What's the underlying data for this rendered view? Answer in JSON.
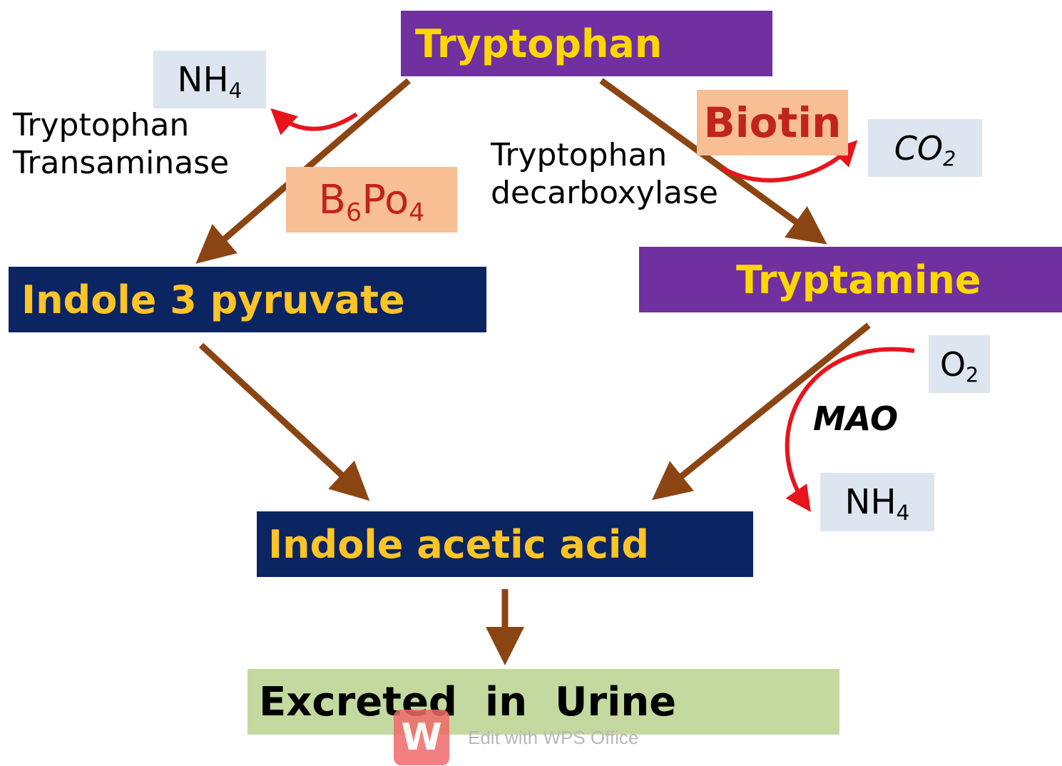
{
  "nodes": {
    "tryptophan": "Tryptophan",
    "indole_3_pyruvate": "Indole 3 pyruvate",
    "tryptamine": "Tryptamine",
    "indole_acetic_acid": "Indole acetic acid",
    "excreted": "Excreted  in  Urine"
  },
  "cofactors": {
    "b6po4": {
      "base": "B",
      "sub1": "6",
      "mid": "Po",
      "sub2": "4"
    },
    "biotin": "Biotin"
  },
  "byproducts": {
    "nh4_left": {
      "base": "NH",
      "sub": "4"
    },
    "co2": {
      "base": "CO",
      "sub": "2"
    },
    "o2": {
      "base": "O",
      "sub": "2"
    },
    "nh4_right": {
      "base": "NH",
      "sub": "4"
    }
  },
  "enzymes": {
    "transaminase_line1": "Tryptophan",
    "transaminase_line2": "Transaminase",
    "decarboxylase_line1": "Tryptophan",
    "decarboxylase_line2": "decarboxylase",
    "mao": "MAO"
  },
  "watermark": {
    "text": "Edit with WPS Office",
    "logo": "W"
  },
  "colors": {
    "main_arrow": "#8b4513",
    "side_arrow": "#e8141c",
    "purple": "#7030a0",
    "navy": "#0b2462",
    "gold": "#ffc425"
  }
}
